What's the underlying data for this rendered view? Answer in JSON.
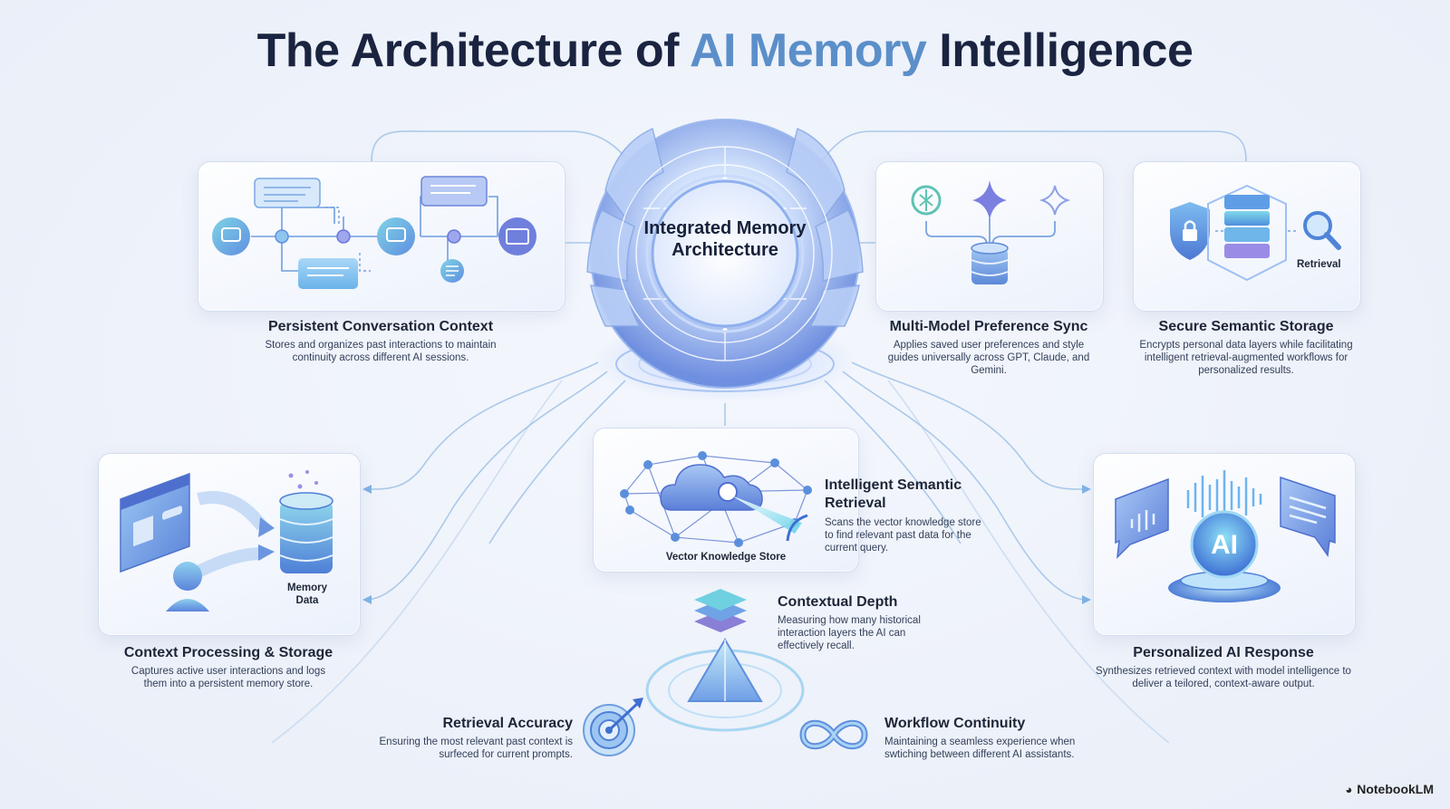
{
  "title": {
    "part1": "The Architecture of",
    "accent": "AI Memory",
    "part2": "Intelligence"
  },
  "hub": {
    "label": "Integrated Memory Architecture"
  },
  "sections": {
    "persistent_context": {
      "title": "Persistent Conversation Context",
      "description": "Stores and organizes past interactions to maintain continuity across different AI sessions."
    },
    "preference_sync": {
      "title": "Multi-Model Preference Sync",
      "description": "Applies saved user preferences and style guides universally across GPT, Claude, and Gemini."
    },
    "secure_storage": {
      "title": "Secure Semantic Storage",
      "description": "Encrypts personal data layers while facilitating intelligent retrieval-augmented workflows for personalized results.",
      "retrieval_label": "Retrieval"
    },
    "context_processing": {
      "title": "Context Processing & Storage",
      "description": "Captures active user interactions and logs them into a persistent memory store.",
      "memory_label": "Memory Data"
    },
    "semantic_retrieval": {
      "title": "Intelligent Semantic Retrieval",
      "description": "Scans the vector knowledge store to find relevant past data for the current query.",
      "store_label": "Vector Knowledge Store"
    },
    "personalized_response": {
      "title": "Personalized AI Response",
      "description": "Synthesizes retrieved context with model intelligence to deliver a teilored, context-aware output.",
      "ai_badge": "AI"
    },
    "contextual_depth": {
      "title": "Contextual Depth",
      "description": "Measuring how many historical interaction layers the AI can effectively recall."
    },
    "retrieval_accuracy": {
      "title": "Retrieval Accuracy",
      "description": "Ensuring the most relevant past context is surfeced for current prompts."
    },
    "workflow_continuity": {
      "title": "Workflow Continuity",
      "description": "Maintaining a seamless experience when swtiching between different AI assistants."
    }
  },
  "brand": "NotebookLM",
  "icons": [
    "chat-bubble-icon",
    "document-icon",
    "openai-icon",
    "gemini-sparkle-icon",
    "sparkle-icon",
    "database-icon",
    "shield-lock-icon",
    "layer-stack-icon",
    "magnifier-icon",
    "browser-window-icon",
    "user-icon",
    "cloud-network-icon",
    "soundwave-bubble-icon",
    "target-icon",
    "infinity-icon",
    "pyramid-icon"
  ],
  "colors": {
    "title_dark": "#1a2440",
    "title_accent": "#5b8fc9",
    "primary_blue": "#5b8fd8",
    "teal": "#5cc6d8",
    "purple": "#8a7fd6"
  }
}
